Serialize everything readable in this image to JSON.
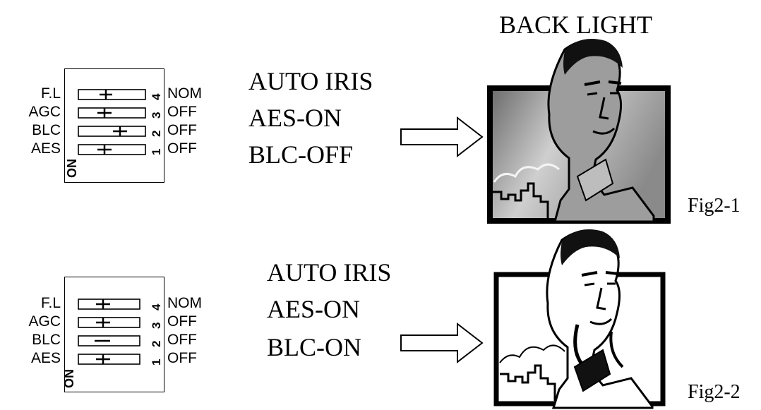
{
  "title": "BACK LIGHT",
  "dip_switches": {
    "on_label": "ON",
    "left_labels": [
      "F.L",
      "AGC",
      "BLC",
      "AES"
    ],
    "right_labels": [
      "NOM",
      "OFF",
      "OFF",
      "OFF"
    ],
    "numbers": [
      "4",
      "3",
      "2",
      "1"
    ]
  },
  "panels": [
    {
      "mode_lines": [
        "AUTO IRIS",
        "AES-ON",
        "BLC-OFF"
      ],
      "figure_label": "Fig2-1",
      "switch_positions": [
        "center",
        "center",
        "right",
        "center"
      ]
    },
    {
      "mode_lines": [
        "AUTO IRIS",
        "AES-ON",
        "BLC-ON"
      ],
      "figure_label": "Fig2-2",
      "switch_positions": [
        "center",
        "center",
        "center",
        "center"
      ]
    }
  ]
}
